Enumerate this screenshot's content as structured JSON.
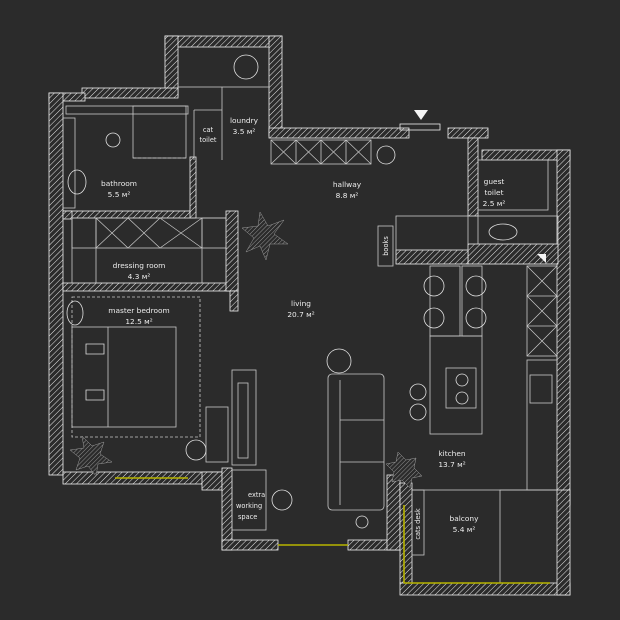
{
  "plan": {
    "colors": {
      "background": "#2b2b2b",
      "wall": "#f0f0f0",
      "line": "#c9c9c9",
      "glass": "#b8b400",
      "text": "#ededed"
    },
    "rooms": [
      {
        "id": "bathroom",
        "name": "bathroom",
        "area": "5.5 м²"
      },
      {
        "id": "loundry",
        "name": "loundry",
        "area": "3.5 м²"
      },
      {
        "id": "cat-toilet",
        "name_line1": "cat",
        "name_line2": "toilet"
      },
      {
        "id": "hallway",
        "name": "hallway",
        "area": "8.8 м²"
      },
      {
        "id": "guest-toilet",
        "name_line1": "guest",
        "name_line2": "toilet",
        "area": "2.5 м²"
      },
      {
        "id": "dressing-room",
        "name": "dressing room",
        "area": "4.3 м²"
      },
      {
        "id": "master-bedroom",
        "name": "master bedroom",
        "area": "12.5 м²"
      },
      {
        "id": "living",
        "name": "living",
        "area": "20.7 м²"
      },
      {
        "id": "kitchen",
        "name": "kitchen",
        "area": "13.7 м²"
      },
      {
        "id": "balcony",
        "name": "balcony",
        "area": "5.4 м²"
      },
      {
        "id": "extra-working-space",
        "name_line1": "extra",
        "name_line2": "working",
        "name_line3": "space"
      }
    ],
    "furniture_labels": {
      "books": "books",
      "cats_desk": "cats desk"
    }
  }
}
